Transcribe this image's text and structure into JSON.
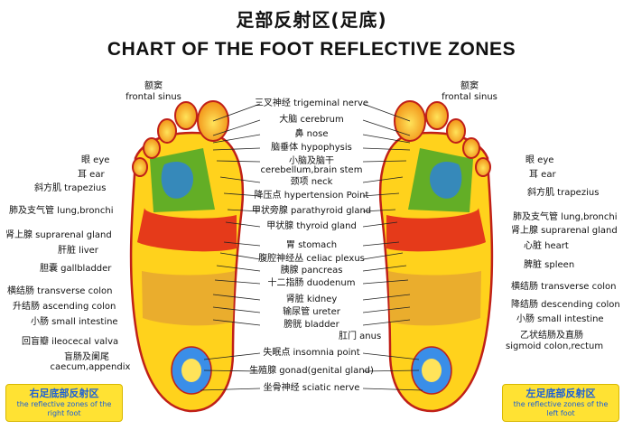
{
  "title_cn": "足部反射区(足底)",
  "title_en": "CHART OF THE FOOT REFLECTIVE ZONES",
  "center_labels": [
    "三叉神经 trigeminal nerve",
    "大脑 cerebrum",
    "鼻 nose",
    "脑垂体 hypophysis",
    "小脑及脑干",
    "cerebellum,brain stem",
    "颈项 neck",
    "降压点 hypertension Point",
    "甲状旁腺 parathyroid gland",
    "甲状腺 thyroid gland",
    "胃 stomach",
    "腹腔神经丛 celiac plexus",
    "胰腺 pancreas",
    "十二指肠 duodenum",
    "肾脏 kidney",
    "输尿管 ureter",
    "膀胱 bladder",
    "肛门 anus",
    "失眠点 insomnia point",
    "生殖腺 gonad(genital gland)",
    "坐骨神经 sciatic nerve"
  ],
  "left_labels": {
    "sinus_cn": "额窦",
    "sinus_en": "frontal sinus",
    "items": [
      "眼 eye",
      "耳 ear",
      "斜方肌 trapezius",
      "肺及支气管 lung,bronchi",
      "肾上腺 suprarenal gland",
      "肝脏 liver",
      "胆囊 gallbladder",
      "横结肠 transverse colon",
      "升结肠 ascending colon",
      "小肠 small intestine",
      "回盲瓣 ileocecal valva",
      "盲肠及阑尾",
      "caecum,appendix"
    ]
  },
  "right_labels": {
    "sinus_cn": "额窦",
    "sinus_en": "frontal sinus",
    "items": [
      "眼 eye",
      "耳 ear",
      "斜方肌 trapezius",
      "肺及支气管 lung,bronchi",
      "肾上腺 suprarenal gland",
      "心脏 heart",
      "脾脏 spleen",
      "横结肠 transverse colon",
      "降结肠 descending colon",
      "小肠 small intestine",
      "乙状结肠及直肠",
      "sigmoid colon,rectum"
    ]
  },
  "box_left": {
    "cn": "右足底部反射区",
    "en1": "the reflective zones of the",
    "en2": "right foot"
  },
  "box_right": {
    "cn": "左足底部反射区",
    "en1": "the reflective zones of the",
    "en2": "left foot"
  },
  "colors": {
    "box_fill": "#ffe233",
    "box_text": "#1b5fd8",
    "foot_outline": "#c02018"
  }
}
